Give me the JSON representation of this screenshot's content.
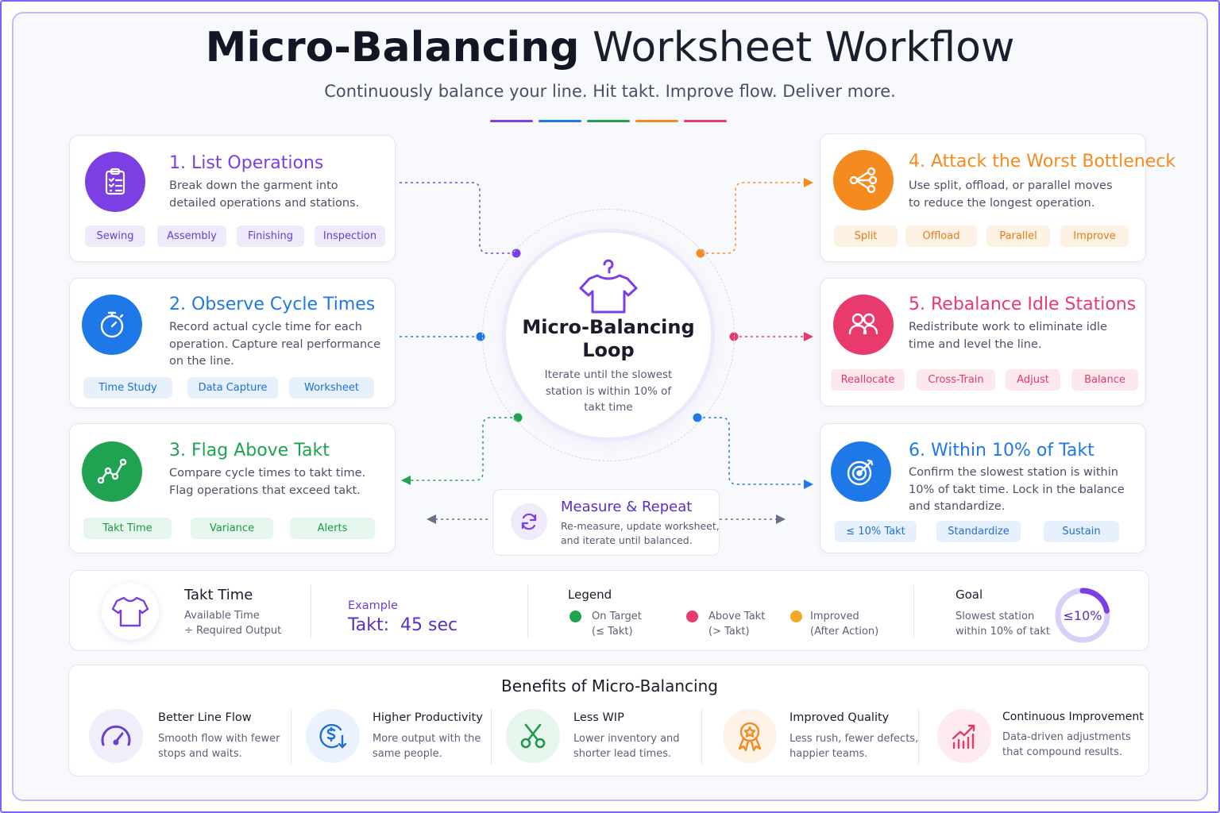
{
  "header": {
    "title_bold": "Micro-Balancing",
    "title_light": "Worksheet Workflow",
    "subtitle": "Continuously balance your line. Hit takt. Improve flow. Deliver more."
  },
  "colors": {
    "purple": "#7b3fe4",
    "blue": "#1f78e8",
    "green": "#1fa350",
    "orange": "#f58a1f",
    "pink": "#e83a6d"
  },
  "steps": [
    {
      "title": "1. List Operations",
      "desc": [
        "Break down the garment into",
        "detailed operations and stations."
      ],
      "icon": "clipboard-list-icon",
      "tags": [
        "Sewing",
        "Assembly",
        "Finishing",
        "Inspection"
      ]
    },
    {
      "title": "2. Observe Cycle Times",
      "desc": [
        "Record actual cycle time for each",
        "operation. Capture real performance",
        "on the line."
      ],
      "icon": "stopwatch-icon",
      "tags": [
        "Time Study",
        "Data Capture",
        "Worksheet"
      ]
    },
    {
      "title": "3. Flag Above Takt",
      "desc": [
        "Compare cycle times to takt time.",
        "Flag operations that exceed takt."
      ],
      "icon": "line-chart-icon",
      "tags": [
        "Takt Time",
        "Variance",
        "Alerts"
      ]
    },
    {
      "title": "4. Attack the Worst Bottleneck",
      "desc": [
        "Use split, offload, or parallel moves",
        "to reduce the longest operation."
      ],
      "icon": "branch-split-icon",
      "tags": [
        "Split",
        "Offload",
        "Parallel",
        "Improve"
      ]
    },
    {
      "title": "5. Rebalance Idle Stations",
      "desc": [
        "Redistribute work to eliminate idle",
        "time and level the line."
      ],
      "icon": "people-icon",
      "tags": [
        "Reallocate",
        "Cross-Train",
        "Adjust",
        "Balance"
      ]
    },
    {
      "title": "6. Within 10% of Takt",
      "desc": [
        "Confirm the slowest station is within",
        "10% of takt time. Lock in the balance",
        "and standardize."
      ],
      "icon": "target-icon",
      "tags": [
        "≤ 10% Takt",
        "Standardize",
        "Sustain"
      ]
    }
  ],
  "center": {
    "title": "Micro-Balancing Loop",
    "desc": "Iterate until the slowest station is within 10% of takt time",
    "icon": "shirt-hanger-icon"
  },
  "measure": {
    "title": "Measure & Repeat",
    "desc": [
      "Re-measure, update worksheet,",
      "and iterate until balanced."
    ],
    "icon": "refresh-icon"
  },
  "takt": {
    "title": "Takt Time",
    "formula": [
      "Available Time",
      "÷ Required Output"
    ],
    "example_label": "Example",
    "example_value": "Takt:  45 sec"
  },
  "legend": {
    "title": "Legend",
    "items": [
      {
        "label": "On Target",
        "sub": "(≤ Takt)",
        "color": "#1fa350"
      },
      {
        "label": "Above Takt",
        "sub": "(> Takt)",
        "color": "#e83a6d"
      },
      {
        "label": "Improved",
        "sub": "(After Action)",
        "color": "#f5a623"
      }
    ]
  },
  "goal": {
    "title": "Goal",
    "desc": [
      "Slowest station",
      "within 10% of takt"
    ],
    "gauge_label": "≤10%",
    "gauge_fraction": 0.1
  },
  "benefits": {
    "title": "Benefits of Micro-Balancing",
    "items": [
      {
        "title": "Better Line Flow",
        "desc": [
          "Smooth flow with fewer",
          "stops and waits."
        ],
        "icon": "speedometer-icon"
      },
      {
        "title": "Higher Productivity",
        "desc": [
          "More output with the",
          "same people."
        ],
        "icon": "dollar-down-icon"
      },
      {
        "title": "Less WIP",
        "desc": [
          "Lower inventory and",
          "shorter lead times."
        ],
        "icon": "scissors-icon"
      },
      {
        "title": "Improved Quality",
        "desc": [
          "Less rush, fewer defects,",
          "happier teams."
        ],
        "icon": "award-ribbon-icon"
      },
      {
        "title": "Continuous Improvement",
        "desc": [
          "Data-driven adjustments",
          "that compound results."
        ],
        "icon": "growth-chart-icon"
      }
    ]
  }
}
